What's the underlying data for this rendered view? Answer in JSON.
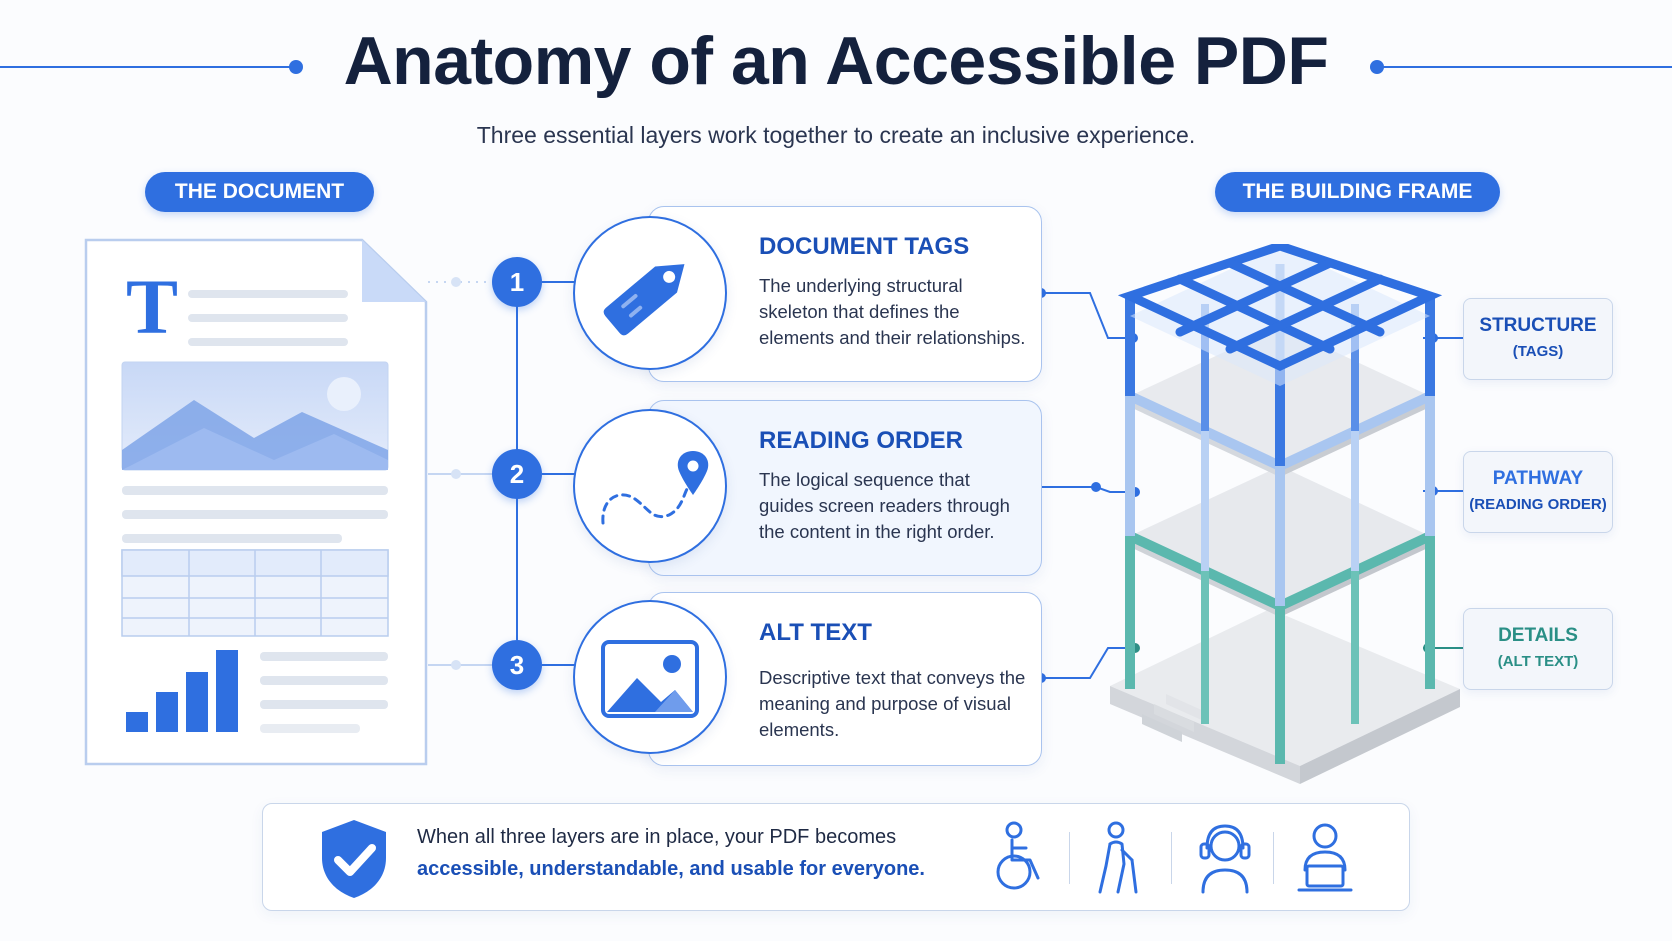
{
  "header": {
    "title": "Anatomy of an Accessible PDF",
    "subtitle": "Three essential layers work together to create an inclusive experience."
  },
  "sections": {
    "left_label": "THE DOCUMENT",
    "right_label": "THE BUILDING FRAME"
  },
  "document_illustration": {
    "letter": "T"
  },
  "layers": [
    {
      "number": "1",
      "heading": "DOCUMENT TAGS",
      "body": "The underlying structural skeleton that defines the elements and their relationships.",
      "icon": "tag-icon"
    },
    {
      "number": "2",
      "heading": "READING ORDER",
      "body": "The logical sequence that guides screen readers through the content in the right order.",
      "icon": "route-pin-icon"
    },
    {
      "number": "3",
      "heading": "ALT TEXT",
      "body": "Descriptive text that conveys the meaning and purpose of visual elements.",
      "icon": "image-icon"
    }
  ],
  "frame_labels": [
    {
      "title": "STRUCTURE",
      "sub": "(TAGS)",
      "color": "#1a4fb6"
    },
    {
      "title": "PATHWAY",
      "sub": "(READING ORDER)",
      "color": "#2f6fe0"
    },
    {
      "title": "DETAILS",
      "sub": "(ALT TEXT)",
      "color": "#2a8f86"
    }
  ],
  "footer": {
    "line1": "When all three layers are in place, your PDF becomes",
    "line2": "accessible, understandable, and usable for everyone.",
    "icons": [
      "shield-check-icon",
      "wheelchair-user-icon",
      "person-with-cane-icon",
      "headset-user-icon",
      "laptop-user-icon"
    ]
  },
  "colors": {
    "primary": "#2f6fe0",
    "dark_text": "#14213d",
    "heading_blue": "#1a4fb6",
    "teal": "#5bb8ae",
    "light_blue": "#a9c6f0"
  }
}
